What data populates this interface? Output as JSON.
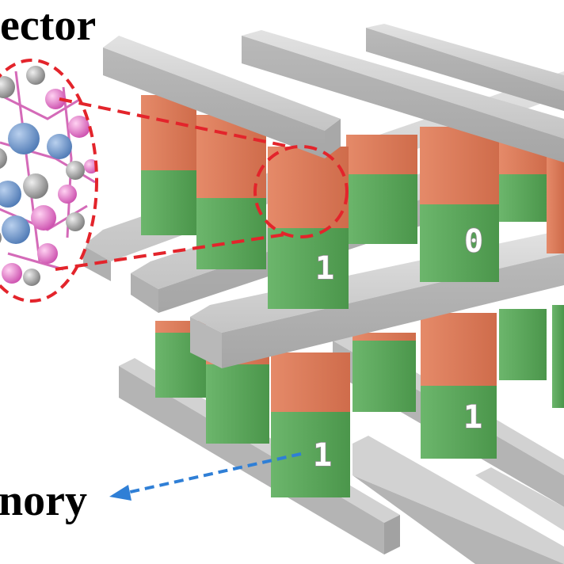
{
  "labels": {
    "top_left": "ector",
    "bottom_left": "nory"
  },
  "bits": [
    "1",
    "0",
    "1",
    "1"
  ],
  "colors": {
    "electrode": "#c9c9c9",
    "selector": "#d97a5a",
    "memory": "#5aa35a",
    "callout": "#e3242b",
    "arrow": "#2f7fd6",
    "atom_pink": "#e27bc9",
    "atom_grey": "#9a9a9a",
    "atom_blue": "#6b93c9"
  }
}
